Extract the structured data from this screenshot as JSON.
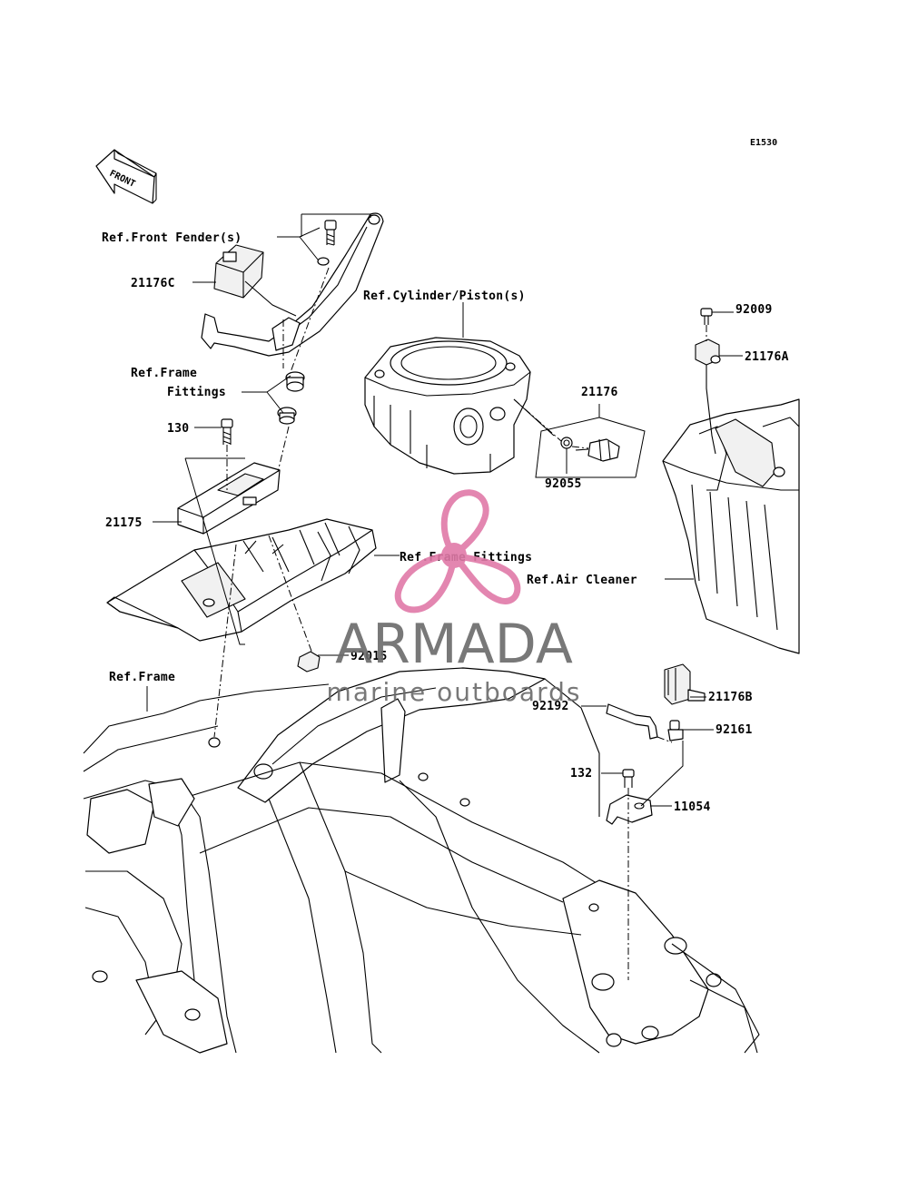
{
  "diagram": {
    "code": "E1530",
    "front_arrow": "FRONT",
    "labels": {
      "ref_front_fender": "Ref.Front Fender(s)",
      "p21176C": "21176C",
      "ref_frame_fittings_1": "Ref.Frame",
      "ref_frame_fittings_2": "Fittings",
      "p130": "130",
      "p21175": "21175",
      "ref_frame_fittings_b": "Ref.Frame Fittings",
      "p92015": "92015",
      "ref_frame": "Ref.Frame",
      "ref_cylinder": "Ref.Cylinder/Piston(s)",
      "p21176": "21176",
      "p92055": "92055",
      "p92009": "92009",
      "p21176A": "21176A",
      "ref_air_cleaner": "Ref.Air Cleaner",
      "p21176B": "21176B",
      "p92192": "92192",
      "p92161": "92161",
      "p132": "132",
      "p11054": "11054"
    }
  },
  "watermark": {
    "brand": "ARMADA",
    "tagline": "marine outboards",
    "logo_color": "#e07aa8",
    "text_color": "#6a6a6a"
  }
}
